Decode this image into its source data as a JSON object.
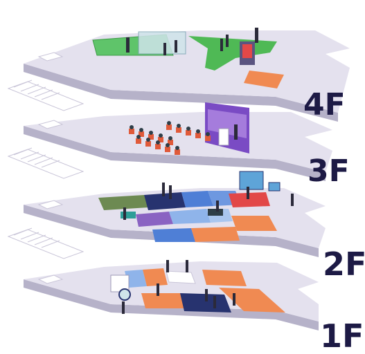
{
  "floors": [
    {
      "id": "4F",
      "label": "4F"
    },
    {
      "id": "3F",
      "label": "3F"
    },
    {
      "id": "2F",
      "label": "2F"
    },
    {
      "id": "1F",
      "label": "1F"
    }
  ],
  "colors": {
    "slab_top": "#e4e1ee",
    "slab_side": "#b6b2c9",
    "slab_edge": "#9e99b6",
    "label": "#1d1a45",
    "orange": "#f08a52",
    "blue": "#4f7fd6",
    "light_blue": "#8fb4ea",
    "navy": "#27336f",
    "green": "#4fb955",
    "olive": "#6d8a52",
    "purple": "#8a63c2",
    "red": "#e24848"
  }
}
